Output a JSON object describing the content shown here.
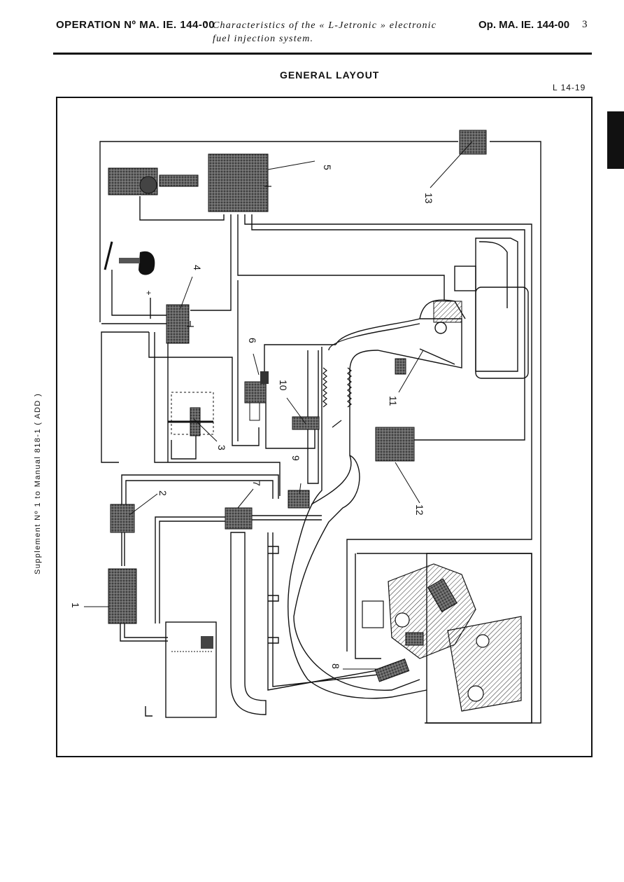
{
  "header": {
    "operation": "OPERATION Nº MA. IE. 144-00",
    "separator": ":",
    "title_line1": "Characteristics of the « L-Jetronic » electronic",
    "title_line2": "fuel injection system.",
    "reference": "Op. MA. IE. 144-00",
    "page_number": "3"
  },
  "section_title": "GENERAL LAYOUT",
  "figure_ref": "L 14-19",
  "side_note": "Supplement Nº 1 to Manual 818-1 ( ADD )",
  "diagram": {
    "plus_sign": "+",
    "callouts": [
      "1",
      "2",
      "3",
      "4",
      "5",
      "6",
      "7",
      "8",
      "9",
      "10",
      "11",
      "12",
      "13"
    ]
  }
}
